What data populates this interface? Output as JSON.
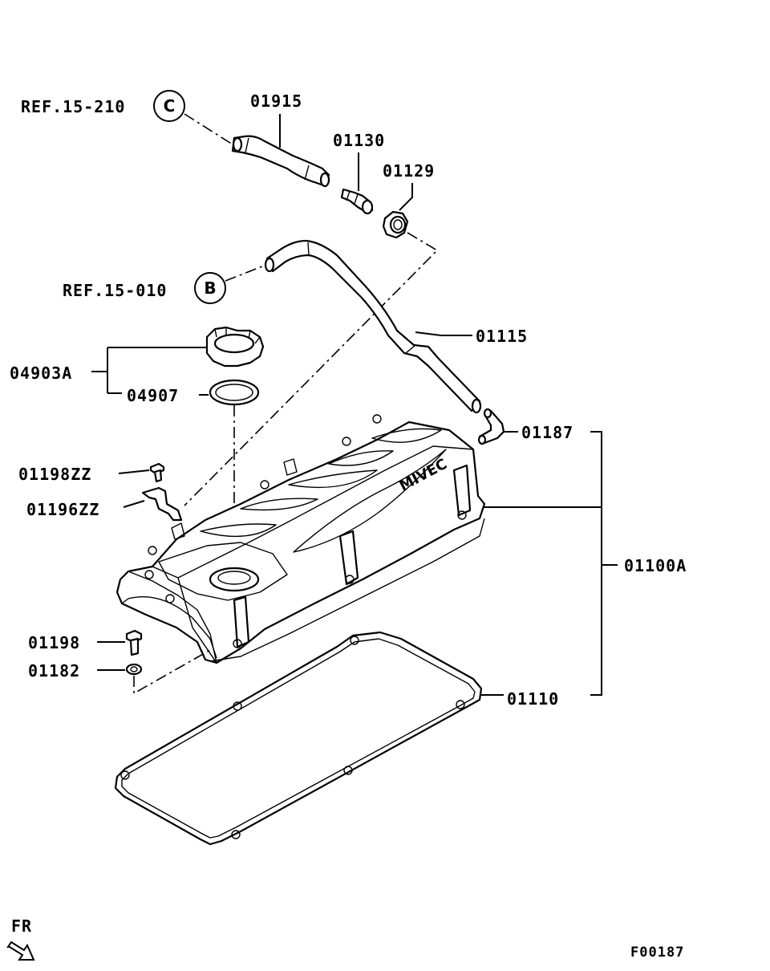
{
  "figure_code": "F00187",
  "direction_label": "FR",
  "refs": [
    {
      "text": "REF.15-210",
      "circle": "C"
    },
    {
      "text": "REF.15-010",
      "circle": "B"
    }
  ],
  "parts": {
    "p01915": "01915",
    "p01130": "01130",
    "p01129": "01129",
    "p01115": "01115",
    "p04903A": "04903A",
    "p04907": "04907",
    "p01187": "01187",
    "p01198ZZ": "01198ZZ",
    "p01196ZZ": "01196ZZ",
    "p01100A": "01100A",
    "p01198": "01198",
    "p01182": "01182",
    "p01110": "01110"
  },
  "cover_logo": "MIVEC"
}
